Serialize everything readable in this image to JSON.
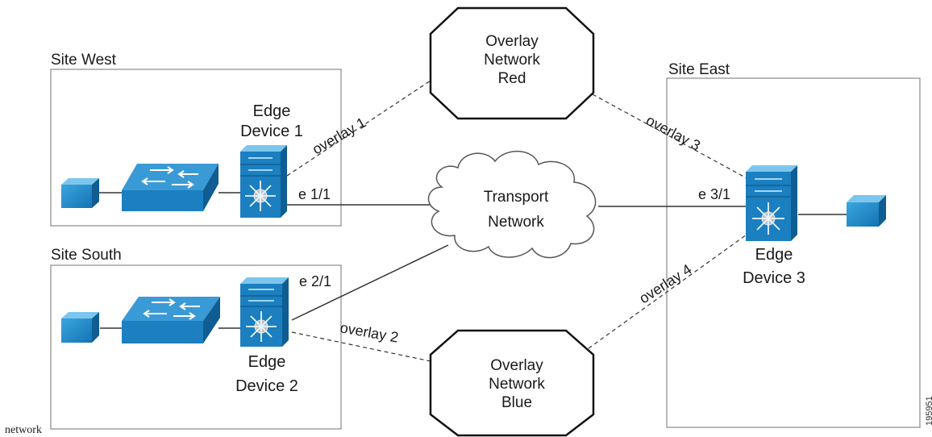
{
  "sites": {
    "west": "Site West",
    "south": "Site South",
    "east": "Site East"
  },
  "devices": {
    "edge1": [
      "Edge",
      "Device 1"
    ],
    "edge2": [
      "Edge",
      "Device 2"
    ],
    "edge3": [
      "Edge",
      "Device 3"
    ]
  },
  "networks": {
    "red": [
      "Overlay",
      "Network",
      "Red"
    ],
    "transport": [
      "Transport",
      "Network"
    ],
    "blue": [
      "Overlay",
      "Network",
      "Blue"
    ]
  },
  "links": {
    "overlay1": "overlay 1",
    "overlay2": "overlay 2",
    "overlay3": "overlay 3",
    "overlay4": "overlay 4",
    "if_e11": "e 1/1",
    "if_e21": "e 2/1",
    "if_e31": "e 3/1"
  },
  "figure_id": "195951",
  "caption": "network",
  "colors": {
    "device_blue": "#1b7fc0",
    "device_light": "#4fb3e8",
    "device_dark": "#0f5d92",
    "line": "#333333"
  }
}
